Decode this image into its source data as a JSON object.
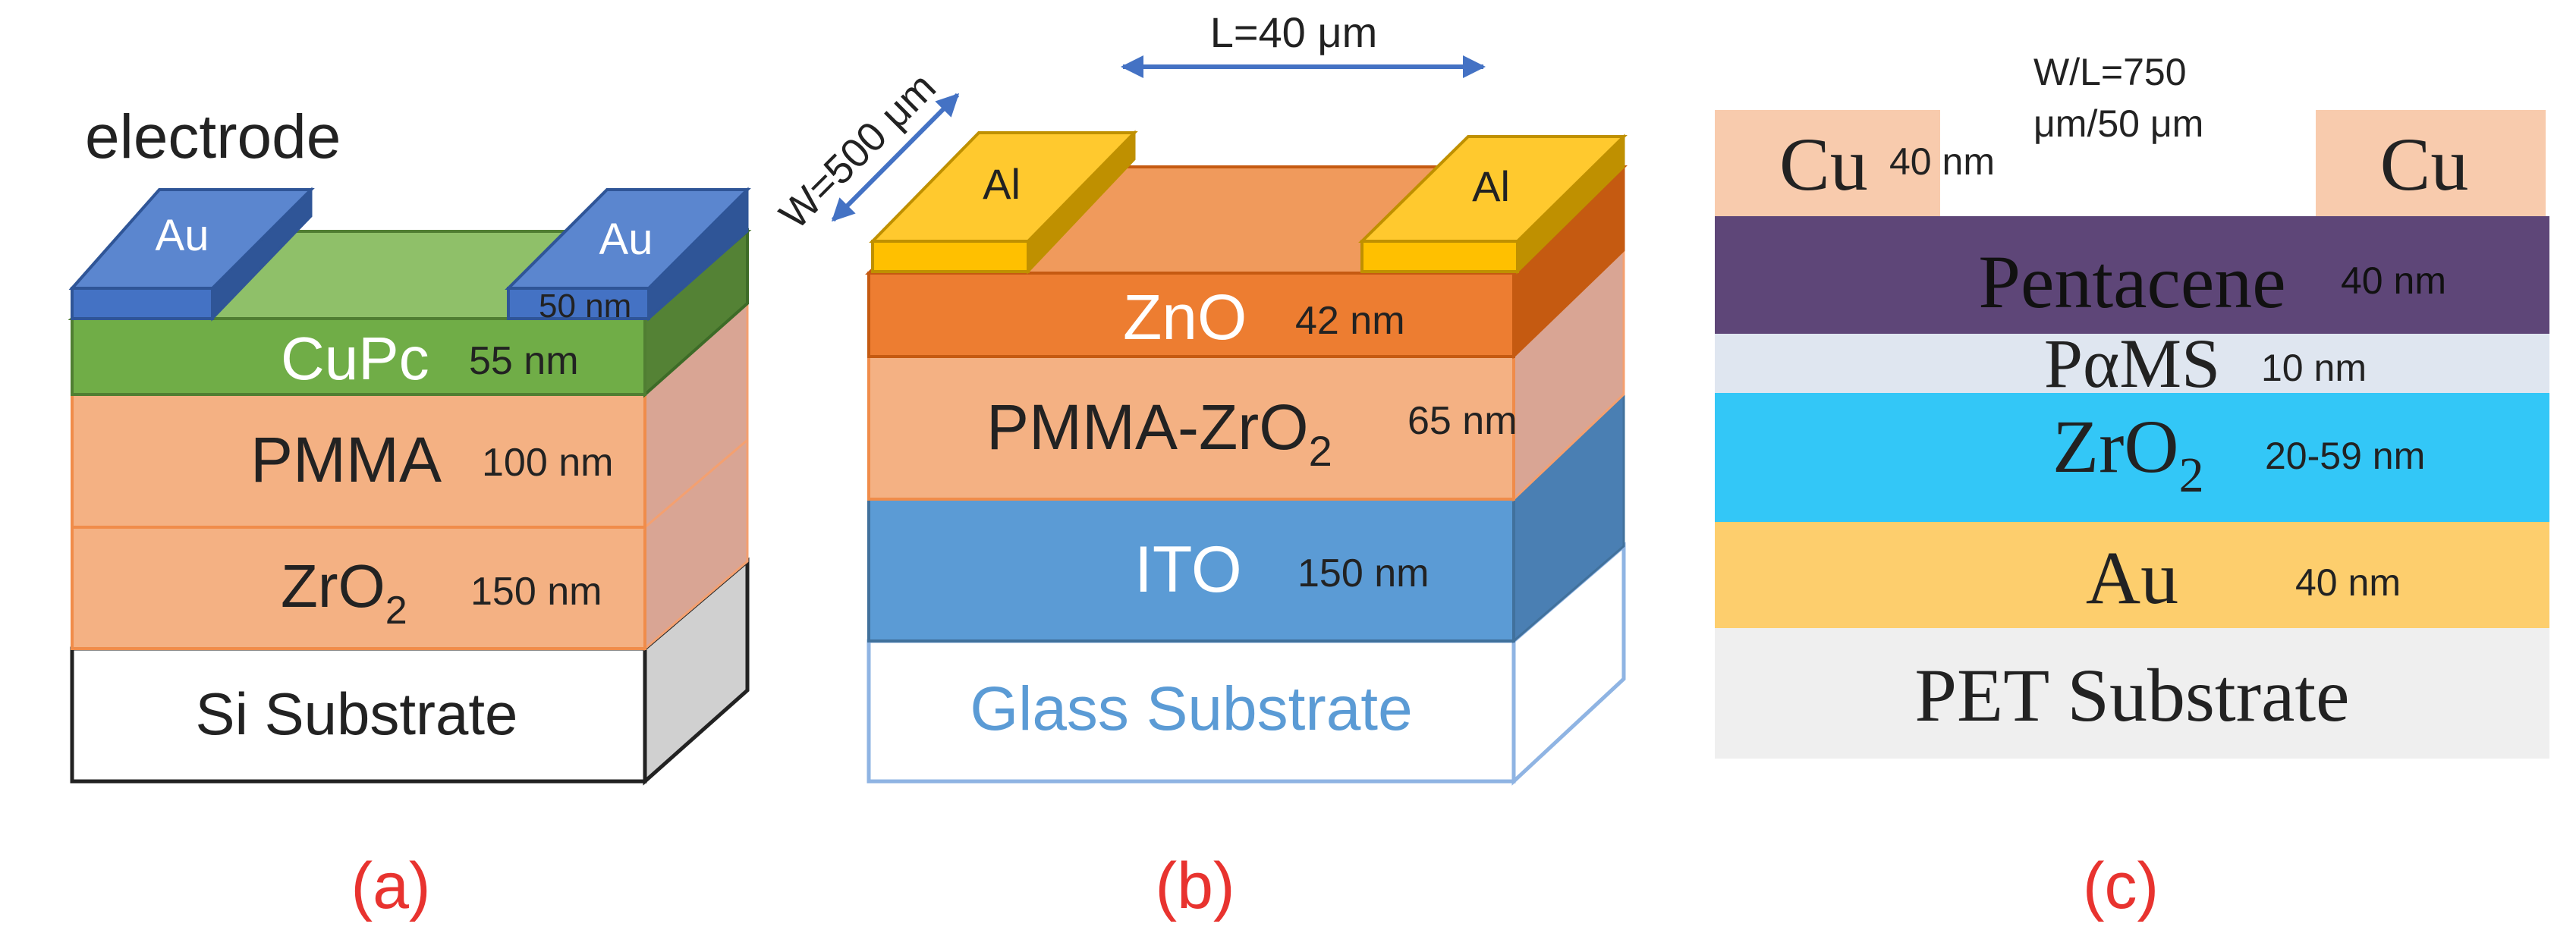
{
  "panel_a": {
    "heading": "electrode",
    "electrode_left": "Au",
    "electrode_right": "Au",
    "electrode_thickness": "50 nm",
    "cupc": {
      "label": "CuPc",
      "thickness": "55 nm"
    },
    "pmma": {
      "label": "PMMA",
      "thickness": "100 nm"
    },
    "zro2": {
      "label": "ZrO",
      "sub": "2",
      "thickness": "150 nm"
    },
    "substrate": "Si Substrate",
    "caption": "(a)"
  },
  "panel_b": {
    "length": "L=40 μm",
    "width": "W=500 μm",
    "electrode_left": "Al",
    "electrode_right": "Al",
    "zno": {
      "label": "ZnO",
      "thickness": "42 nm"
    },
    "pmma_zro2": {
      "label": "PMMA-ZrO",
      "sub": "2",
      "thickness": "65 nm"
    },
    "ito": {
      "label": "ITO",
      "thickness": "150 nm"
    },
    "substrate": "Glass Substrate",
    "caption": "(b)"
  },
  "panel_c": {
    "ratio_line1": "W/L=750",
    "ratio_line2": "μm/50 μm",
    "electrode_left": "Cu",
    "electrode_right": "Cu",
    "electrode_thickness": "40 nm",
    "pentacene": {
      "label": "Pentacene",
      "thickness": "40 nm"
    },
    "pams": {
      "label": "PαMS",
      "thickness": "10 nm"
    },
    "zro2": {
      "label": "ZrO",
      "sub": "2",
      "thickness": "20-59 nm"
    },
    "au": {
      "label": "Au",
      "thickness": "40 nm"
    },
    "substrate": "PET Substrate",
    "caption": "(c)"
  },
  "colors": {
    "au_electrode": "#4472c4",
    "cupc": "#70ad47",
    "pmma": "#f4b183",
    "al_electrode": "#ffc000",
    "zno": "#ed7d31",
    "ito": "#5b9bd5",
    "glass_text": "#5b9bd5",
    "cu": "#f8cbad",
    "pentacene": "#5e4678",
    "pams": "#dfe6f0",
    "zro2_c": "#33c7f7",
    "au_layer": "#fdce6d",
    "pet": "#efefef",
    "caption": "#e8332f",
    "arrow": "#4472c4"
  }
}
